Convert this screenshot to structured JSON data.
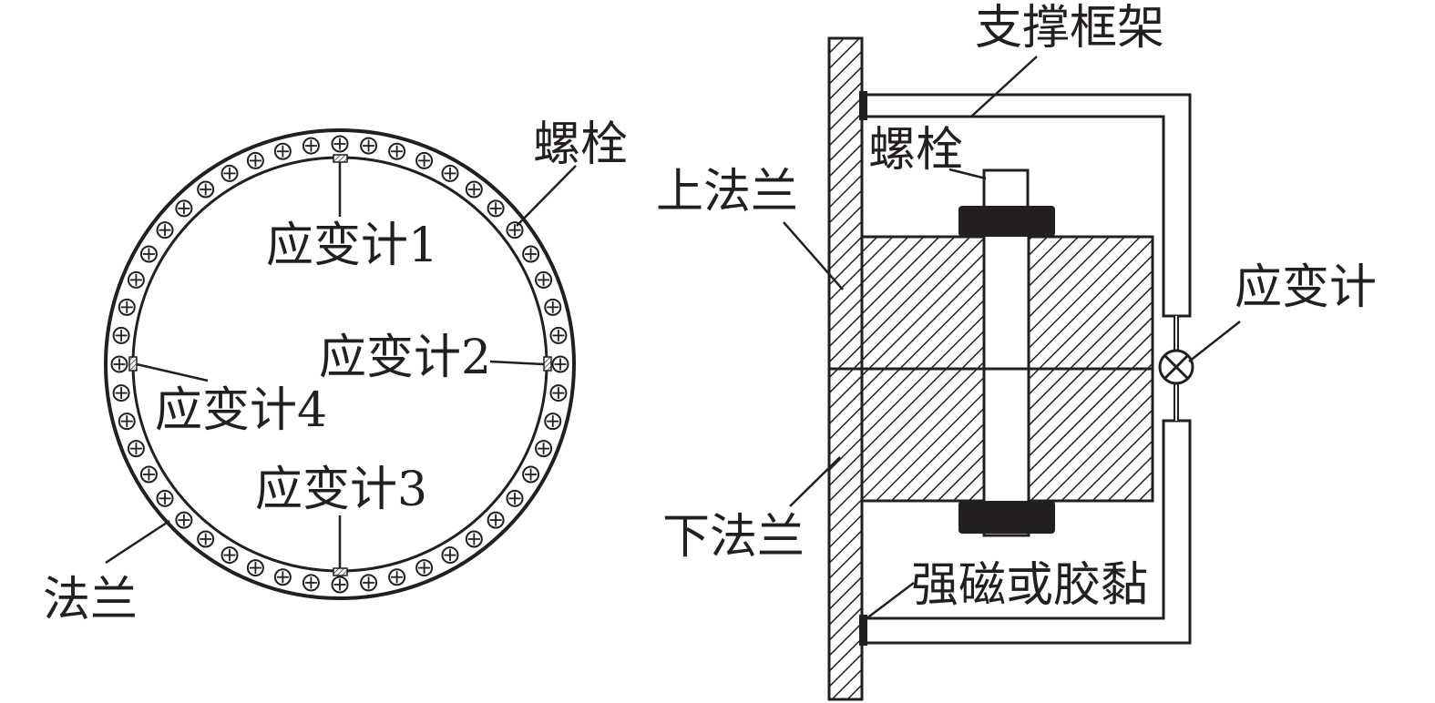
{
  "left_view": {
    "bolt_label": "螺栓",
    "flange_label": "法兰",
    "gauge_1": "应变计1",
    "gauge_2": "应变计2",
    "gauge_3": "应变计3",
    "gauge_4": "应变计4"
  },
  "right_view": {
    "frame_label": "支撑框架",
    "bolt_label": "螺栓",
    "upper_flange_label": "上法兰",
    "lower_flange_label": "下法兰",
    "gauge_label": "应变计",
    "attach_label": "强磁或胶黏"
  },
  "colors": {
    "ink": "#231f20",
    "paper": "#ffffff"
  },
  "bolt_count": 48
}
